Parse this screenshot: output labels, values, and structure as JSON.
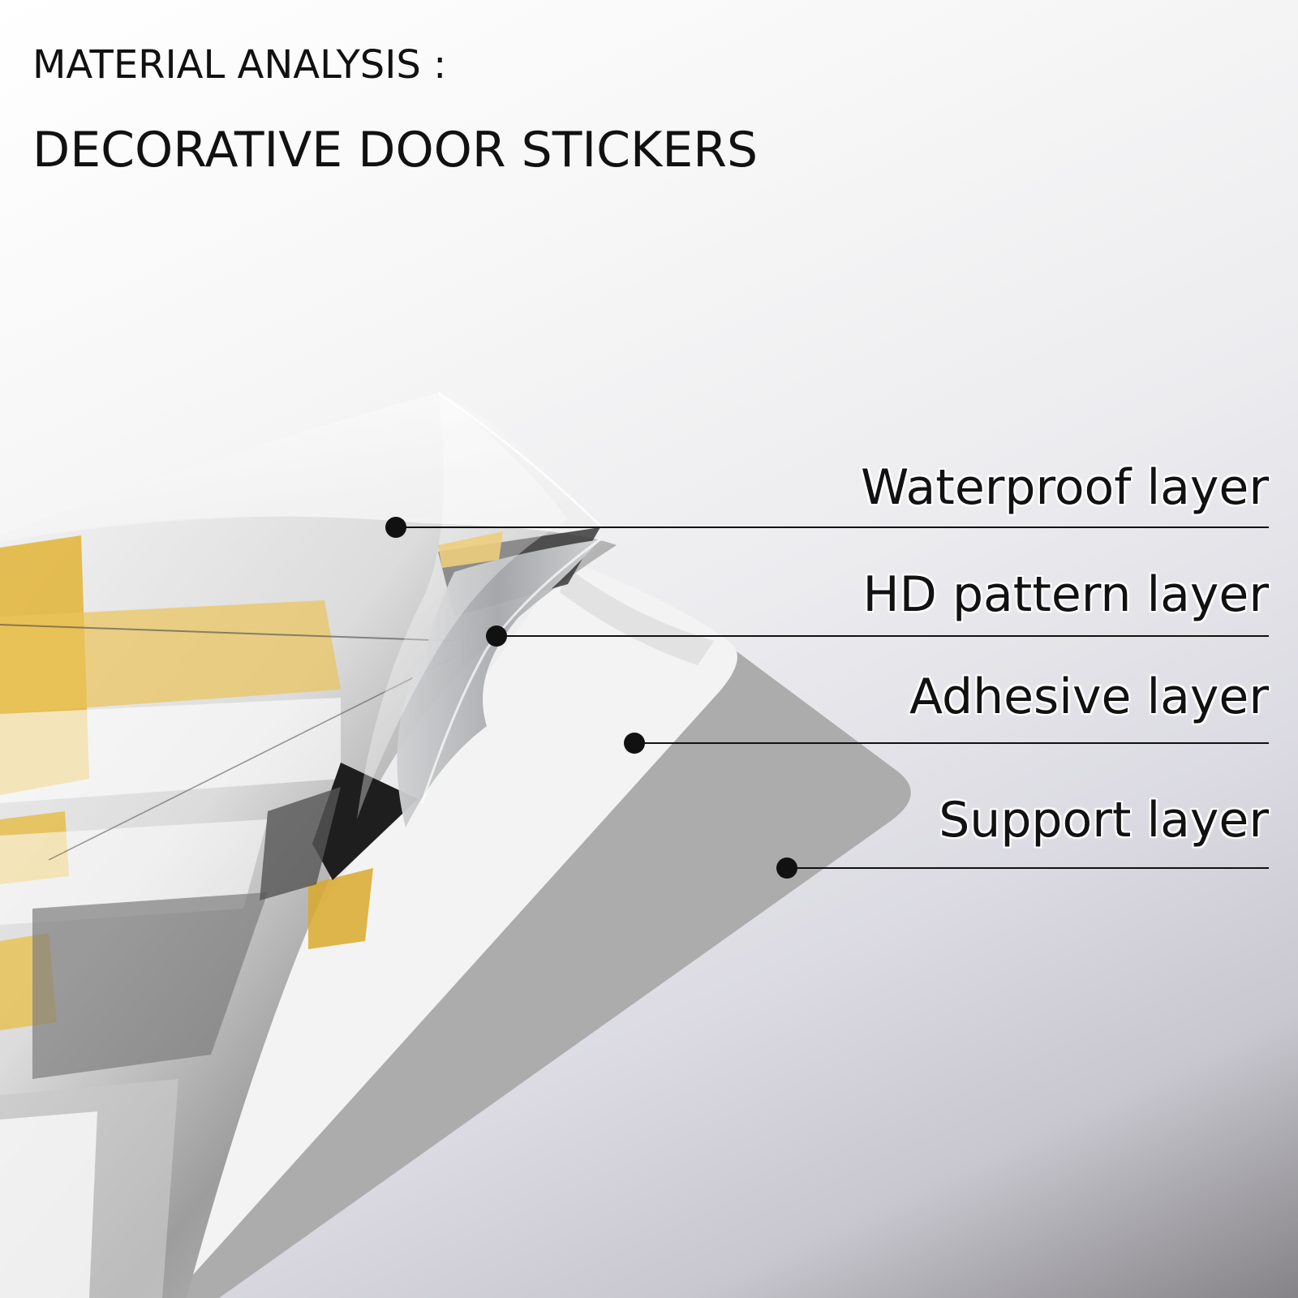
{
  "header": {
    "title": "MATERIAL ANALYSIS :",
    "subtitle": "DECORATIVE DOOR STICKERS"
  },
  "layers": [
    {
      "label": "Waterproof layer"
    },
    {
      "label": "HD pattern layer"
    },
    {
      "label": "Adhesive layer"
    },
    {
      "label": "Support layer"
    }
  ],
  "colors": {
    "text": "#111111",
    "accent_yellow": "#e2b436",
    "support_gray": "#acacac",
    "dark_paint": "#2a2a2a"
  }
}
